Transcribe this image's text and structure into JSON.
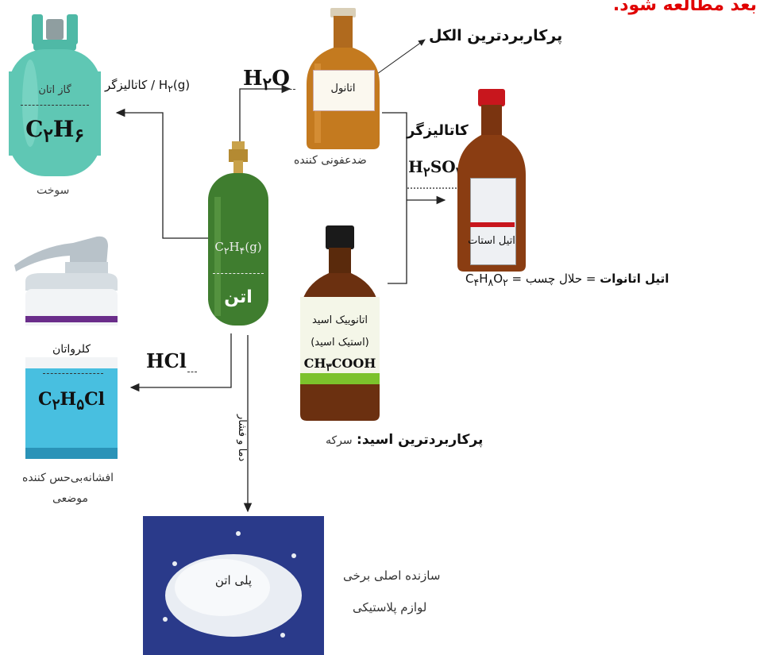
{
  "colors": {
    "headline_red": "#e00000",
    "gas_cyl_teal": "#5fc7b4",
    "ethene_green": "#3f7d2f",
    "brown_bottle": "#8a3d12",
    "amber_bottle": "#c47a1f",
    "spray_cyan": "#48bfe0",
    "pellet_blue": "#2a3a8a"
  },
  "top_text": "بعد مطالعه شود.",
  "ethane": {
    "label_fa": "گاز اتان",
    "formula_html": "C<sub>۲</sub>H<sub>۶</sub>",
    "use": "سوخت"
  },
  "hydrogenation": {
    "reagent_html": "H<sub>۲</sub>(g) / کاتالیزگر"
  },
  "hydration": {
    "reagent_html": "H<sub>۲</sub>O"
  },
  "ethanol": {
    "label_fa": "اتانول",
    "use": "ضدعفونی کننده",
    "callout": "پرکاربردترین الکل"
  },
  "esterification": {
    "catalyst_label": "کاتالیزگر",
    "catalyst_html": "H<sub>۲</sub>SO<sub>۴</sub>"
  },
  "ethyl_acetate": {
    "label_fa": "اتیل استات",
    "line_html": "C<sub>۴</sub>H<sub>۸</sub>O<sub>۲</sub> = <b>اتیل اتانوات</b> = حلال چسب"
  },
  "ethene": {
    "formula_html": "C<sub>۲</sub>H<sub>۴</sub>(g)",
    "name_fa": "اتن"
  },
  "acetic_acid": {
    "label_fa": "اتانوییک اسید",
    "alt_name": "(استیک اسید)",
    "formula_html": "CH<sub>۳</sub>COOH",
    "callout_bold": "پرکاربردترین اسید:",
    "callout_rest": "سرکه"
  },
  "chloroethane": {
    "reagent_html": "HCl",
    "label_fa": "کلرواتان",
    "formula_html": "C<sub>۲</sub>H<sub>۵</sub>Cl",
    "use_line1": "افشانه‌بی‌حس کننده",
    "use_line2": "موضعی"
  },
  "polymerization": {
    "condition": "دما و فشار"
  },
  "polyethene": {
    "label_fa": "پلی اتن",
    "use_line1": "سازنده اصلی برخی",
    "use_line2": "لوازم پلاستیکی"
  }
}
